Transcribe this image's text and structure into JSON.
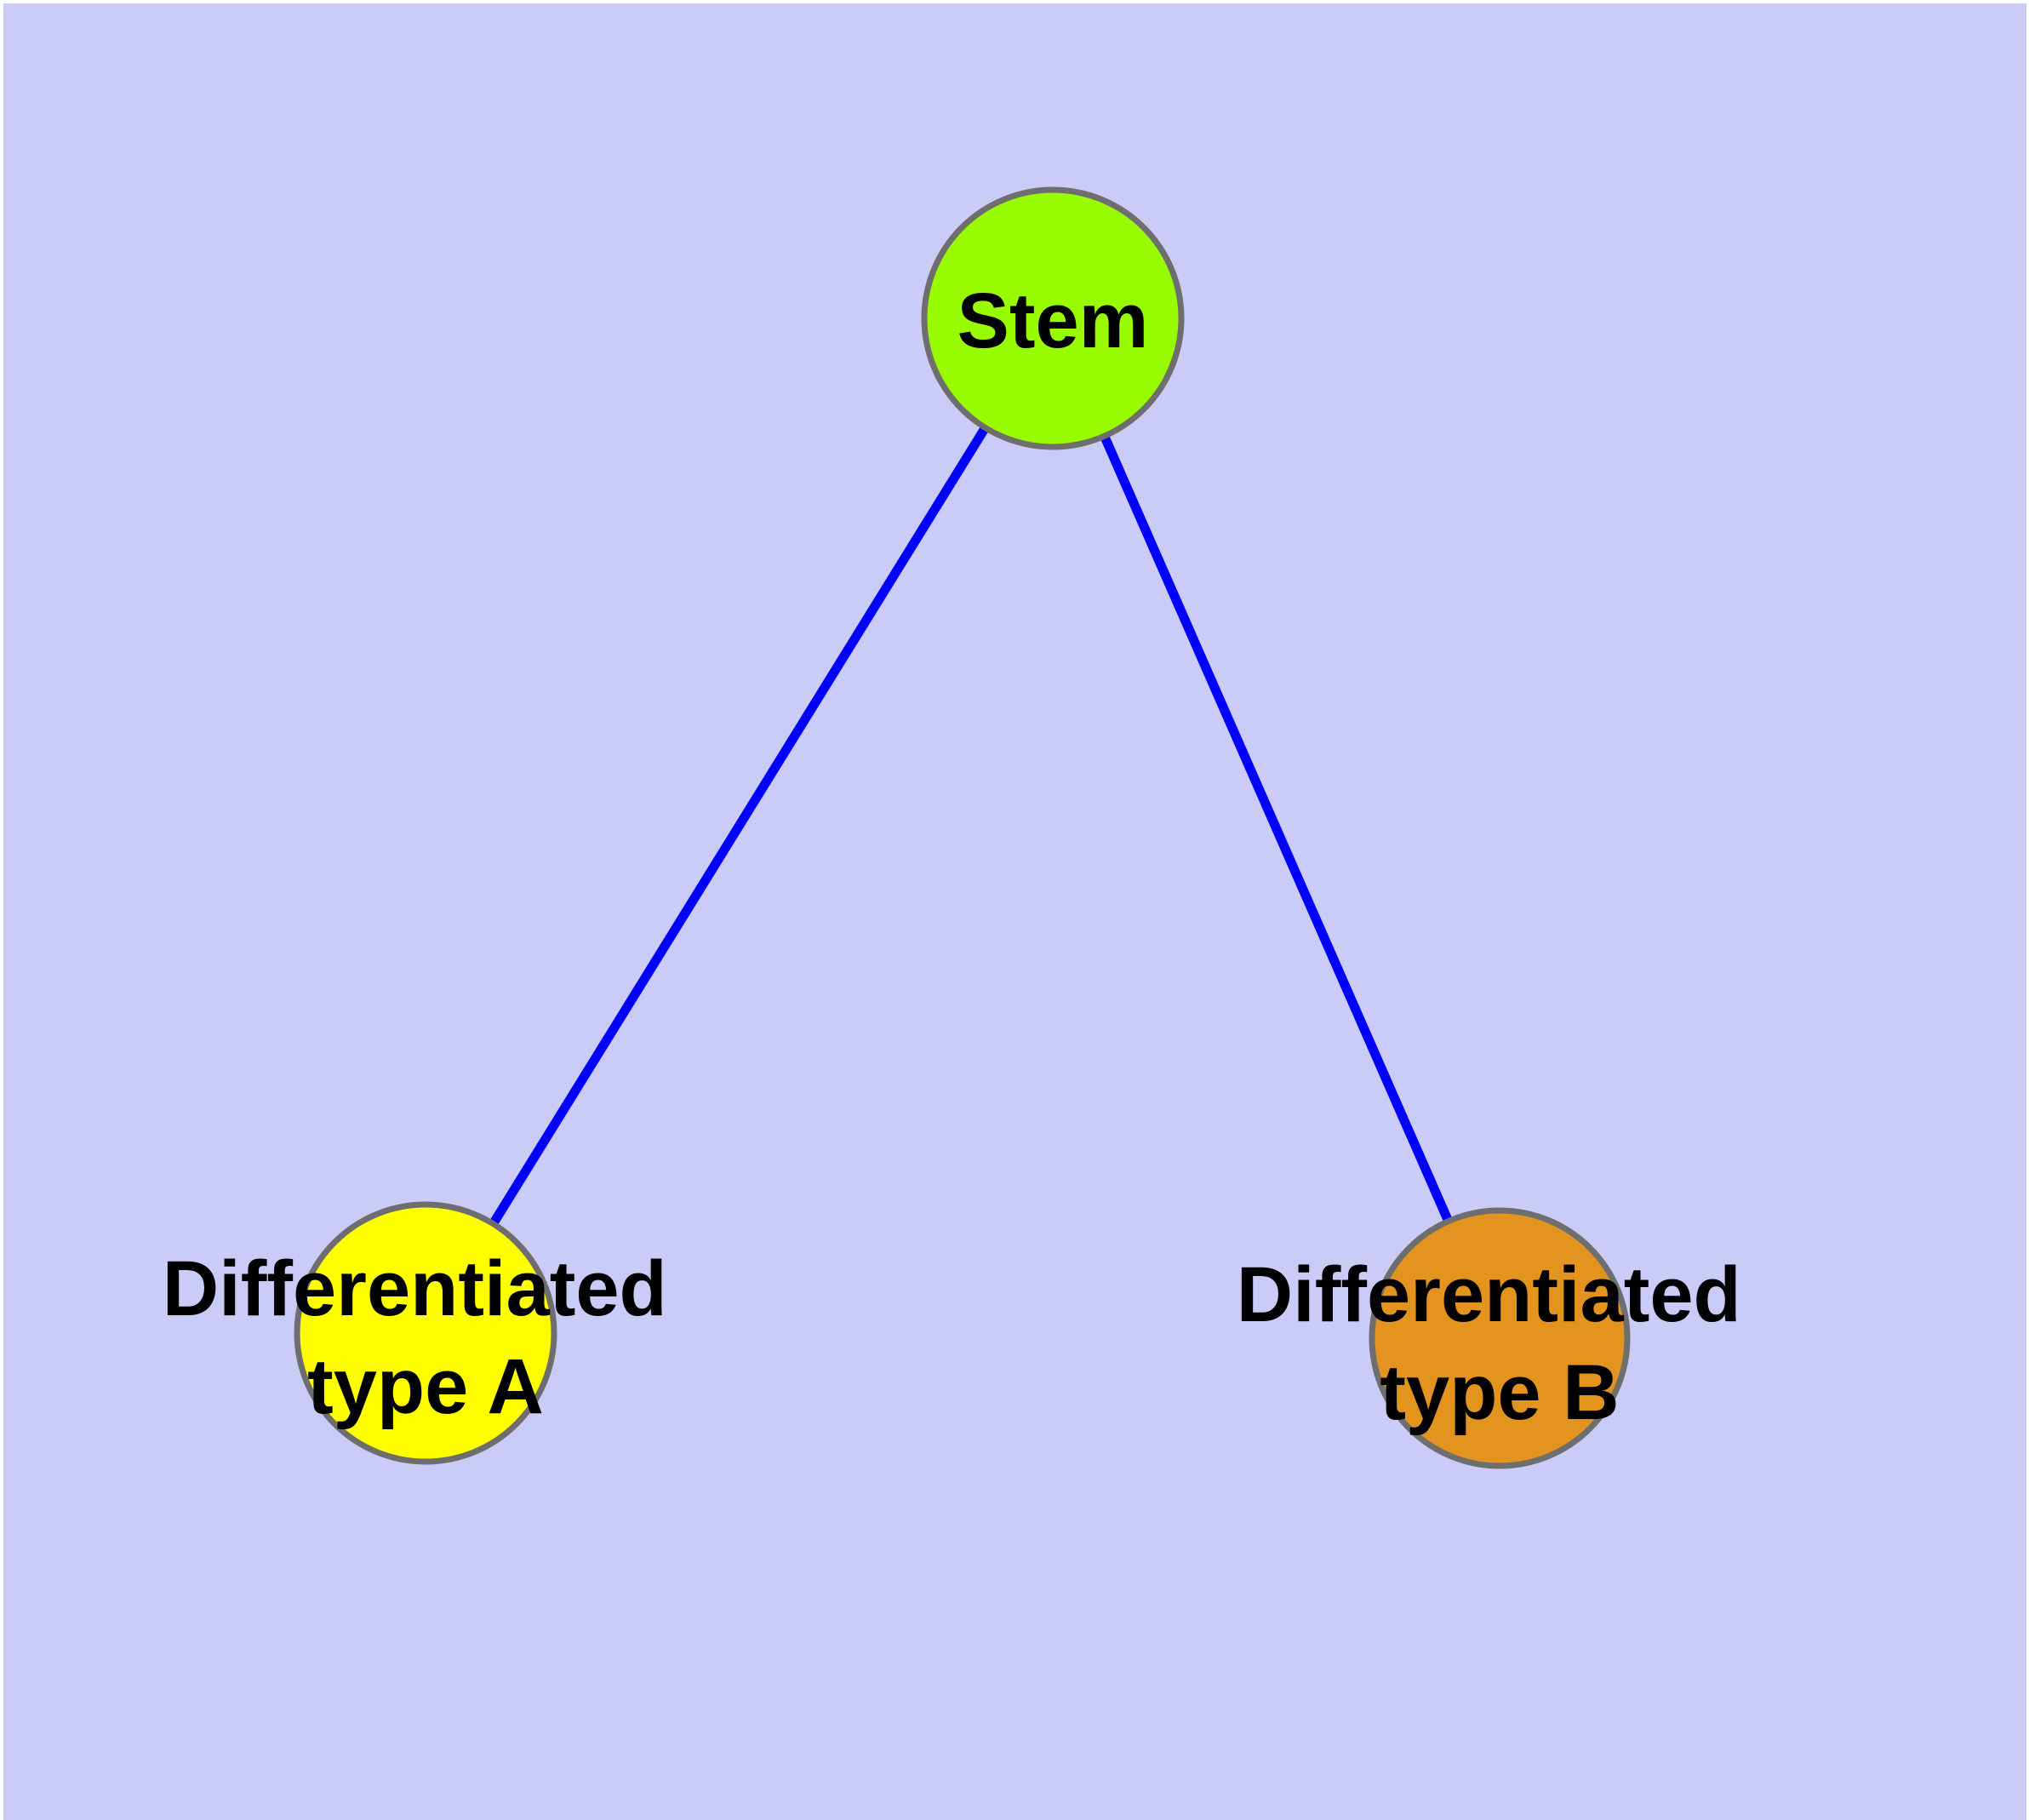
{
  "diagram": {
    "background_color": "#cbcbf8",
    "frame_color": "#ffffff",
    "edge_color": "#0000ff",
    "node_border_color": "#6e6e6e",
    "label_color": "#000000",
    "nodes": {
      "stem": {
        "label": "Stem",
        "fill_color": "#99fb00"
      },
      "type_a": {
        "label_line1": "Differentiated",
        "label_line2": "type A",
        "fill_color": "#ffff00"
      },
      "type_b": {
        "label_line1": "Differentiated",
        "label_line2": "type B",
        "fill_color": "#e2941e"
      }
    },
    "edges": [
      {
        "from": "Stem",
        "to": "Differentiated type A"
      },
      {
        "from": "Stem",
        "to": "Differentiated type B"
      }
    ]
  }
}
